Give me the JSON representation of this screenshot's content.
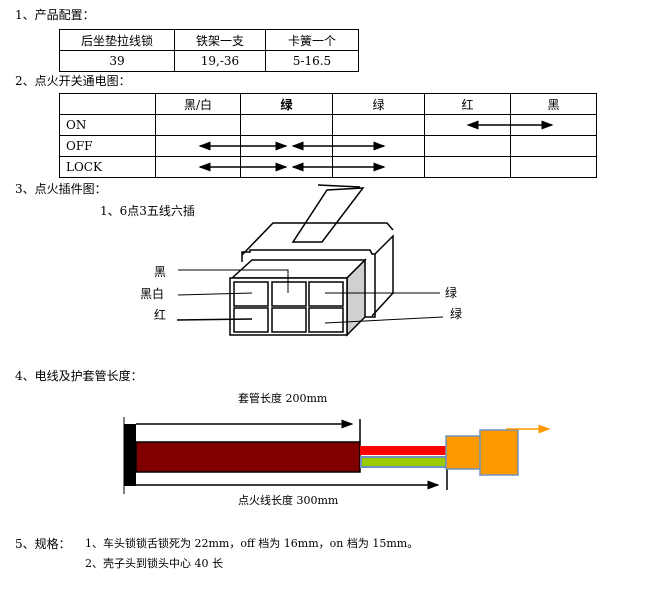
{
  "s1": {
    "title": "1、产品配置：",
    "headers": [
      "后坐垫拉线锁",
      "铁架一支",
      "卡簧一个"
    ],
    "values": [
      "39",
      "19,-36",
      "5-16.5"
    ]
  },
  "s2": {
    "title": "2、点火开关通电图：",
    "headers": [
      "",
      "黑/白",
      "绿",
      "绿",
      "红",
      "黑"
    ],
    "rows": [
      "ON",
      "OFF",
      "LOCK"
    ]
  },
  "s3": {
    "title": "3、点火插件图：",
    "subtitle": "1、6点3五线六插",
    "labels": {
      "black": "黑",
      "black_white": "黑白",
      "red": "红",
      "green1": "绿",
      "green2": "绿"
    }
  },
  "s4": {
    "title": "4、电线及护套管长度：",
    "sleeve": "套管长度 200mm",
    "wire": "点火线长度 300mm",
    "colors": {
      "sleeve": "#800000",
      "red": "#ff0000",
      "green": "#99cc00",
      "connector": "#ff9900",
      "outline": "#6f92bf"
    }
  },
  "s5": {
    "title": "5、规格：",
    "line1": "1、车头锁锁舌锁死为 22mm，off 档为 16mm，on 档为 15mm。",
    "line2": "2、壳子头到锁头中心 40 长"
  }
}
